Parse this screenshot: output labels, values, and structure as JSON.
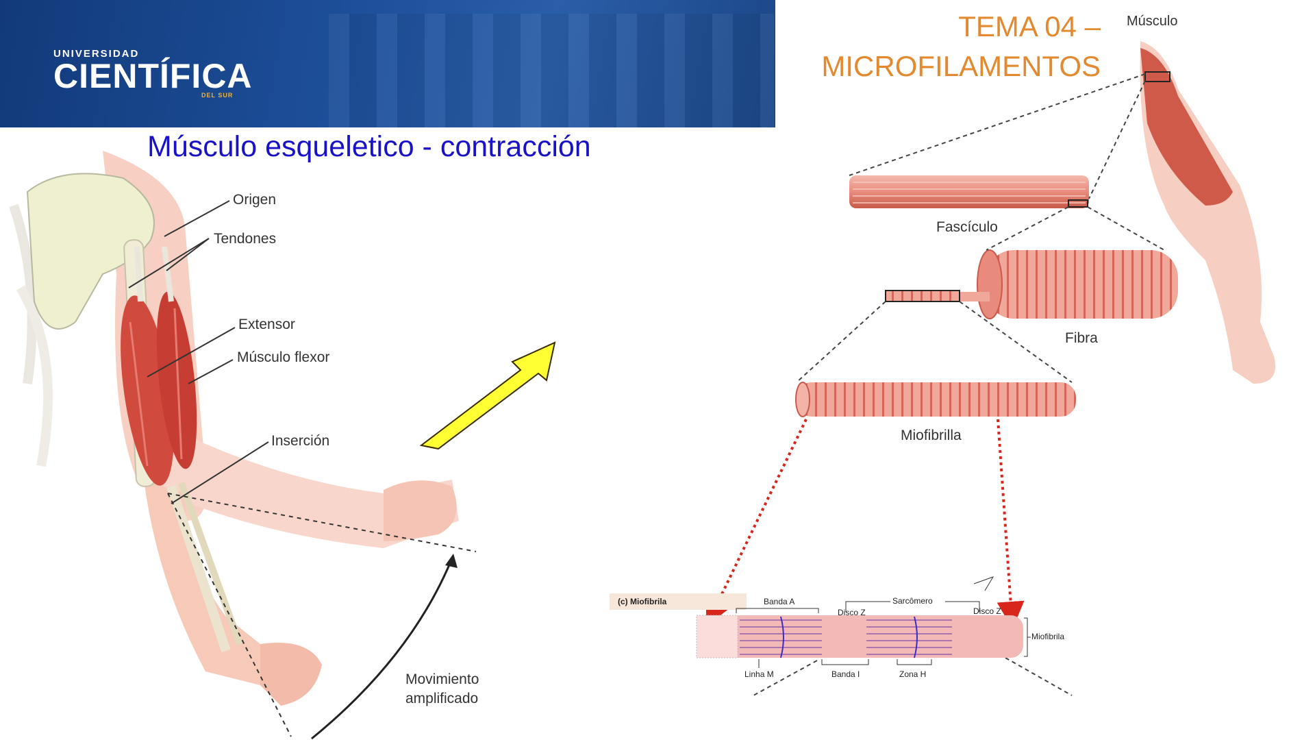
{
  "header": {
    "logo_top": "UNIVERSIDAD",
    "logo_main": "CIENTÍFICA",
    "logo_sub": "DEL SUR",
    "topic_line1": "TEMA 04 –",
    "topic_line2": "MICROFILAMENTOS"
  },
  "title": "Músculo esqueletico - contracción",
  "arm_labels": {
    "origen": "Origen",
    "tendones": "Tendones",
    "extensor": "Extensor",
    "flexor": "Músculo flexor",
    "insercion": "Inserción",
    "movimiento1": "Movimiento",
    "movimiento2": "amplificado"
  },
  "hierarchy_labels": {
    "musculo": "Músculo",
    "fasciculo": "Fascículo",
    "fibra": "Fibra",
    "miofibrilla": "Miofibrilla"
  },
  "sarcomere": {
    "panel_label": "(c) Miofibrila",
    "banda_a": "Banda A",
    "sarcomero": "Sarcômero",
    "disco_z_left": "Disco Z",
    "disco_z_right": "Disco Z",
    "miofibrila": "Miofibrila",
    "linha_m": "Linha M",
    "banda_i": "Banda I",
    "zona_h": "Zona H"
  },
  "colors": {
    "title": "#1a12c8",
    "topic": "#e3892f",
    "arrow": "#ffff33",
    "muscle": "#d04a3e"
  }
}
